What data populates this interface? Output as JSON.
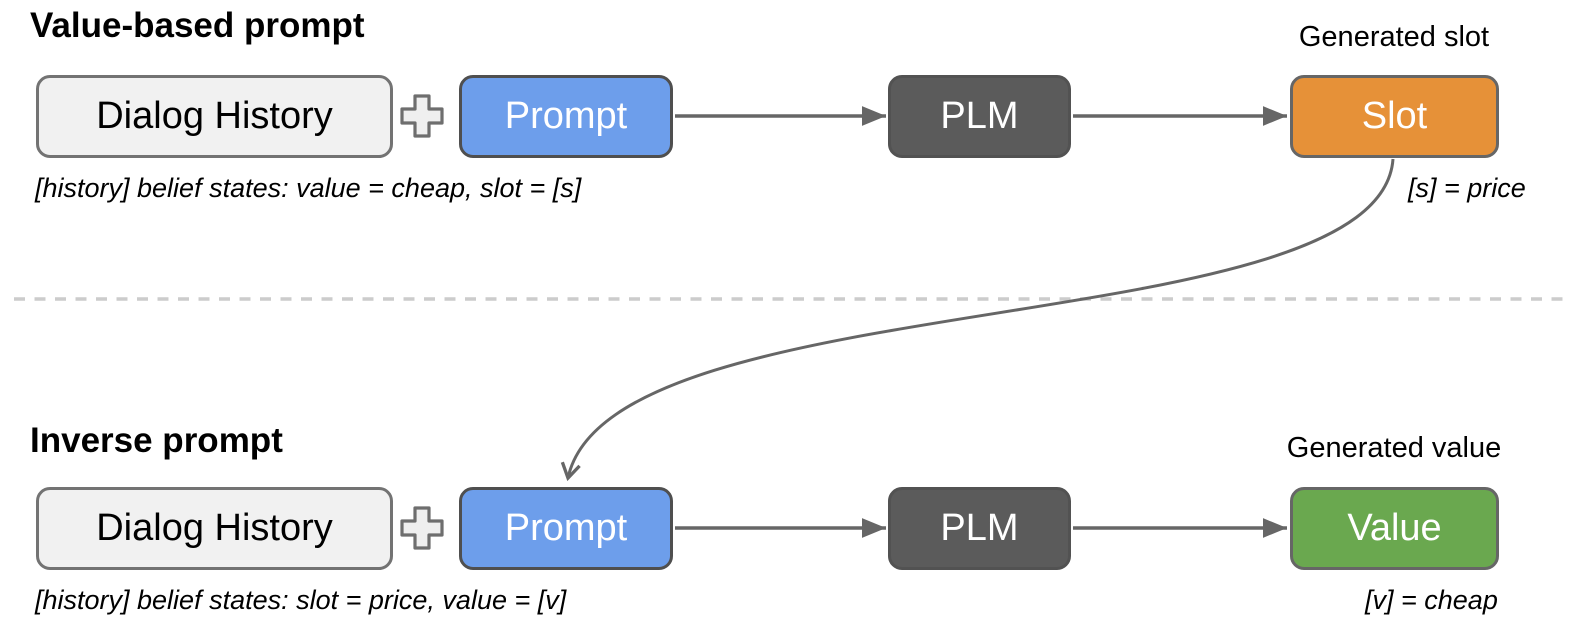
{
  "colors": {
    "prompt_blue": "#6d9eeb",
    "slot_orange": "#e69138",
    "value_green": "#6aa84f",
    "plm_dark_gray": "#5b5b5b",
    "dialog_light_gray": "#f1f1f1",
    "border_gray": "#595959",
    "arrow_gray": "#666666",
    "divider_dashed_gray": "#cccccc"
  },
  "icons": {
    "plus": "plus-icon"
  },
  "top": {
    "title": "Value-based prompt",
    "dialog_history_label": "Dialog History",
    "prompt_label": "Prompt",
    "plm_label": "PLM",
    "output_label": "Slot",
    "generated_caption": "Generated slot",
    "prompt_text": "[history] belief states: value = cheap, slot = [s]",
    "output_annotation": "[s] = price"
  },
  "bottom": {
    "title": "Inverse prompt",
    "dialog_history_label": "Dialog History",
    "prompt_label": "Prompt",
    "plm_label": "PLM",
    "output_label": "Value",
    "generated_caption": "Generated value",
    "prompt_text": "[history] belief states: slot = price, value = [v]",
    "output_annotation": "[v] = cheap"
  }
}
